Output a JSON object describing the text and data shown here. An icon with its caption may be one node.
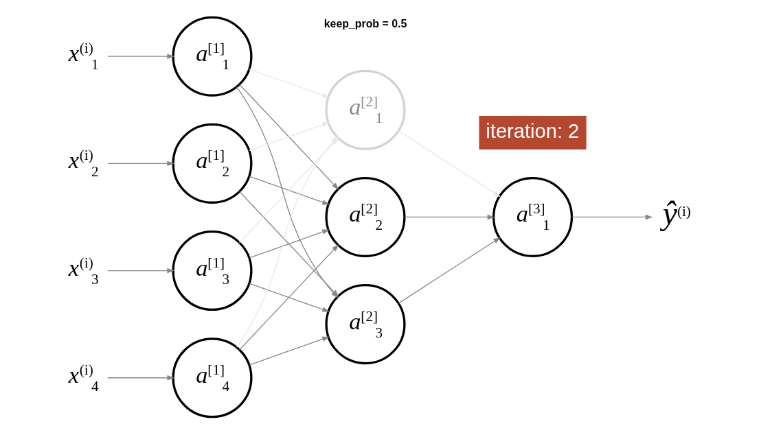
{
  "diagram": {
    "nodes": [
      {
        "text": [
          "x$^{(i)}$$_{1}$"
        ]
      },
      {
        "text": [
          "x$^{(i)}$$_{2}$"
        ]
      },
      {
        "text": [
          "x$^{(i)}$$_{3}$"
        ]
      },
      {
        "text": [
          "x$^{(i)}$$_{4}$"
        ]
      },
      {
        "text": [
          "a$^{[1]}$$_{1}$"
        ]
      },
      {
        "text": [
          "a$^{[1]}$$_{2}$"
        ]
      },
      {
        "text": [
          "a$^{[1]}$$_{3}$"
        ]
      },
      {
        "text": [
          "a$^{[1]}$$_{4}$"
        ]
      },
      {
        "text": [
          "a$^{[2]}$$_{1}$"
        ]
      },
      {
        "text": [
          "a$^{[2]}$$_{2}$"
        ]
      },
      {
        "text": [
          "a$^{[2]}$$_{3}$"
        ]
      },
      {
        "text": [
          "a$^{[3]}$$_{1}$"
        ]
      },
      {
        "text": [
          "ŷ$^{(i)}$"
        ]
      },
      {
        "text": [
          "iteration: 2"
        ]
      }
    ],
    "edges": [
      {
        "from": 0,
        "to": 4,
        "arrow": "to"
      },
      {
        "from": 1,
        "to": 5,
        "arrow": "to"
      },
      {
        "from": 2,
        "to": 6,
        "arrow": "to"
      },
      {
        "from": 3,
        "to": 7,
        "arrow": "to"
      },
      {
        "from": 4,
        "to": 8,
        "arrow": "to",
        "color": "#e8e8e8"
      },
      {
        "from": 4,
        "to": 9,
        "arrow": "to"
      },
      {
        "from": 4,
        "to": 10,
        "arrow": "to"
      },
      {
        "from": 5,
        "to": 8,
        "arrow": "to",
        "color": "#e8e8e8"
      },
      {
        "from": 5,
        "to": 9,
        "arrow": "to"
      },
      {
        "from": 5,
        "to": 10,
        "arrow": "to"
      },
      {
        "from": 6,
        "to": 8,
        "arrow": "to",
        "color": "#e8e8e8"
      },
      {
        "from": 6,
        "to": 9,
        "arrow": "to"
      },
      {
        "from": 6,
        "to": 10,
        "arrow": "to"
      },
      {
        "from": 7,
        "to": 8,
        "arrow": "to",
        "color": "#e8e8e8"
      },
      {
        "from": 7,
        "to": 9,
        "arrow": "to"
      },
      {
        "from": 7,
        "to": 10,
        "arrow": "to"
      },
      {
        "from": 8,
        "to": 11,
        "arrow": "to",
        "color": "#e8e8e8"
      },
      {
        "from": 9,
        "to": 11,
        "arrow": "to"
      },
      {
        "from": 10,
        "to": 11,
        "arrow": "to"
      },
      {
        "from": 11,
        "to": 12,
        "arrow": "to"
      }
    ],
    "labels": [
      "keep_prob = 0.5"
    ]
  }
}
